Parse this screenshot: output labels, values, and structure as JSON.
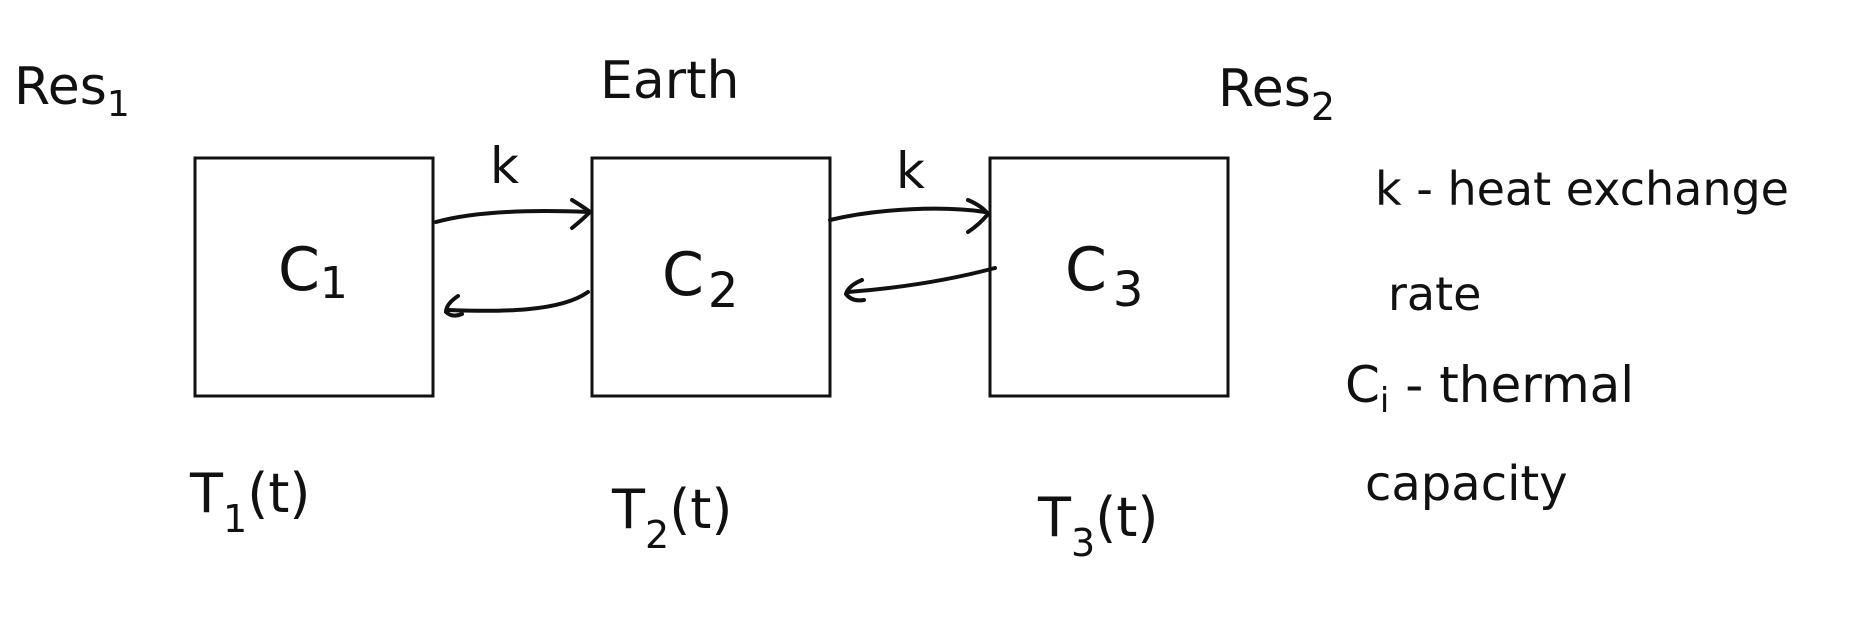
{
  "diagram": {
    "reservoirs": {
      "left": {
        "label": "Res",
        "sub": "1"
      },
      "middle": {
        "label": "Earth"
      },
      "right": {
        "label": "Res",
        "sub": "2"
      }
    },
    "boxes": [
      {
        "label": "C",
        "sub": "1",
        "temp": "T",
        "temp_sub": "1",
        "temp_arg": "(t)"
      },
      {
        "label": "C",
        "sub": "2",
        "temp": "T",
        "temp_sub": "2",
        "temp_arg": "(t)"
      },
      {
        "label": "C",
        "sub": "3",
        "temp": "T",
        "temp_sub": "3",
        "temp_arg": "(t)"
      }
    ],
    "exchange_labels": [
      "k",
      "k"
    ],
    "legend": {
      "line1": "k - heat exchange",
      "line2": "rate",
      "line3_symbol": "C",
      "line3_sub": "i",
      "line3_text": " - thermal",
      "line4": "capacity"
    }
  }
}
